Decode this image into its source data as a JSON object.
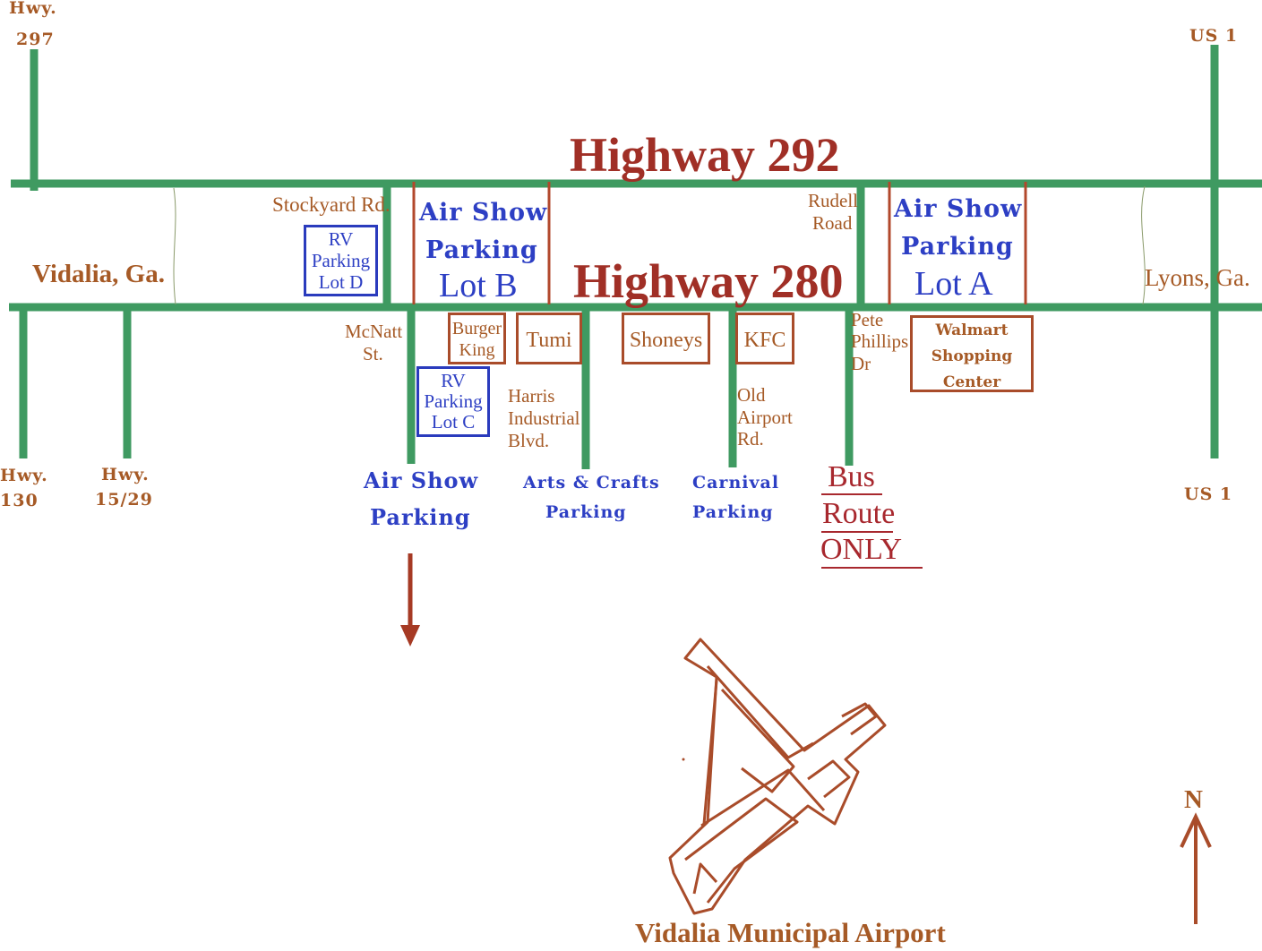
{
  "colors": {
    "road": "#3f9a61",
    "brown": "#a65a26",
    "blue": "#2d3fc4",
    "red": "#a8282e",
    "rust": "#a94c2a"
  },
  "highways": {
    "hwy292": "Highway 292",
    "hwy280": "Highway 280"
  },
  "places": {
    "vidalia": "Vidalia, Ga.",
    "lyons": "Lyons, Ga."
  },
  "route_labels": {
    "hwy297_a": "Hwy.",
    "hwy297_b": "297",
    "us1_top": "US 1",
    "us1_bottom": "US 1",
    "hwy130_a": "Hwy.",
    "hwy130_b": "130",
    "hwy1529_a": "Hwy.",
    "hwy1529_b": "15/29"
  },
  "streets": {
    "stockyard": "Stockyard Rd.",
    "mcnatt_a": "McNatt",
    "mcnatt_b": "St.",
    "rudell_a": "Rudell",
    "rudell_b": "Road",
    "pete_a": "Pete",
    "pete_b": "Phillips",
    "pete_c": "Dr",
    "harris_a": "Harris",
    "harris_b": "Industrial",
    "harris_c": "Blvd.",
    "oldairport_a": "Old",
    "oldairport_b": "Airport",
    "oldairport_c": "Rd."
  },
  "lots": {
    "lot_b": {
      "l1": "Air Show",
      "l2": "Parking",
      "l3": "Lot B"
    },
    "lot_a": {
      "l1": "Air Show",
      "l2": "Parking",
      "l3": "Lot A"
    },
    "rv_d": {
      "l1": "RV",
      "l2": "Parking",
      "l3": "Lot D"
    },
    "rv_c": {
      "l1": "RV",
      "l2": "Parking",
      "l3": "Lot C"
    }
  },
  "businesses": {
    "burger_a": "Burger",
    "burger_b": "King",
    "tumi": "Tumi",
    "shoneys": "Shoneys",
    "kfc": "KFC",
    "walmart_a": "Walmart",
    "walmart_b": "Shopping",
    "walmart_c": "Center"
  },
  "parking_areas": {
    "airshow_a": "Air Show",
    "airshow_b": "Parking",
    "arts_a": "Arts & Crafts",
    "arts_b": "Parking",
    "carnival_a": "Carnival",
    "carnival_b": "Parking"
  },
  "bus": {
    "l1": "Bus",
    "l2": "Route",
    "l3": "ONLY"
  },
  "airport": "Vidalia Municipal Airport",
  "compass": "N",
  "icons": [
    "down-arrow-icon",
    "north-arrow-icon",
    "airport-runway-icon"
  ]
}
